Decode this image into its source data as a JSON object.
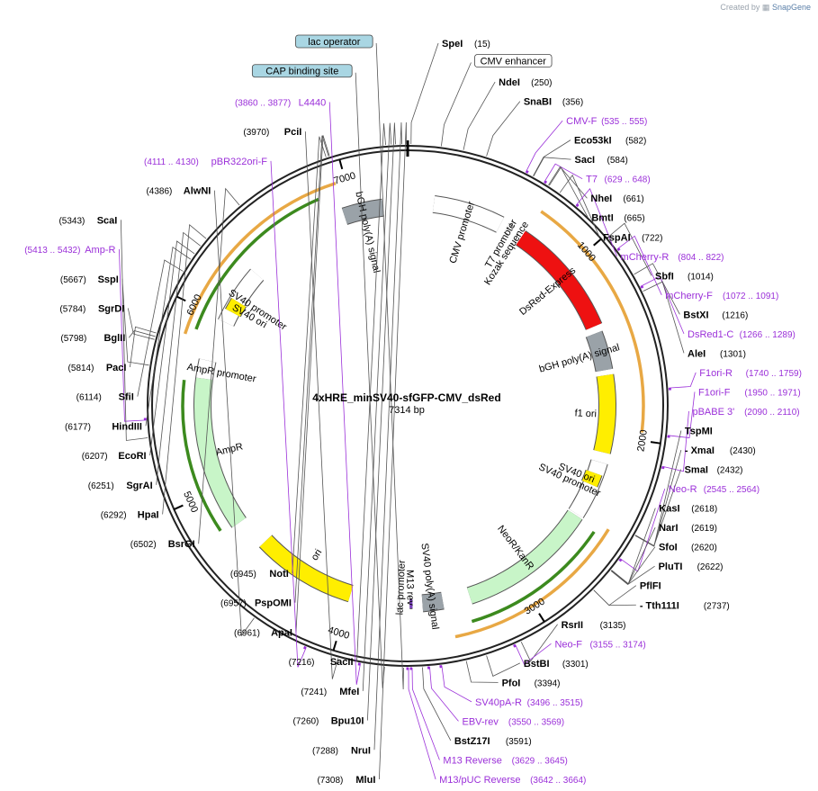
{
  "header": {
    "credit_prefix": "Created by",
    "credit_brand": "SnapGene"
  },
  "plasmid": {
    "name": "4xHRE_minSV40-sfGFP-CMV_dsRed",
    "length_label": "7314 bp",
    "length": 7314
  },
  "ticks": [
    "1000",
    "2000",
    "3000",
    "4000",
    "5000",
    "6000",
    "7000"
  ],
  "enzymes": [
    {
      "name": "MluI",
      "pos": "(7308)",
      "site": 7308
    },
    {
      "name": "NruI",
      "pos": "(7288)",
      "site": 7288
    },
    {
      "name": "Bpu10I",
      "pos": "(7260)",
      "site": 7260
    },
    {
      "name": "MfeI",
      "pos": "(7241)",
      "site": 7241
    },
    {
      "name": "SacII",
      "pos": "(7216)",
      "site": 7216
    },
    {
      "name": "ApaI",
      "pos": "(6961)",
      "site": 6961
    },
    {
      "name": "PspOMI",
      "pos": "(6957)",
      "site": 6957
    },
    {
      "name": "NotI",
      "pos": "(6945)",
      "site": 6945
    },
    {
      "name": "BsrGI",
      "pos": "(6502)",
      "site": 6502
    },
    {
      "name": "HpaI",
      "pos": "(6292)",
      "site": 6292
    },
    {
      "name": "SgrAI",
      "pos": "(6251)",
      "site": 6251
    },
    {
      "name": "EcoRI",
      "pos": "(6207)",
      "site": 6207
    },
    {
      "name": "HindIII",
      "pos": "(6177)",
      "site": 6177
    },
    {
      "name": "SfiI",
      "pos": "(6114)",
      "site": 6114
    },
    {
      "name": "PacI",
      "pos": "(5814)",
      "site": 5814
    },
    {
      "name": "BglII",
      "pos": "(5798)",
      "site": 5798
    },
    {
      "name": "SgrDI",
      "pos": "(5784)",
      "site": 5784
    },
    {
      "name": "SspI",
      "pos": "(5667)",
      "site": 5667
    },
    {
      "name": "ScaI",
      "pos": "(5343)",
      "site": 5343
    },
    {
      "name": "AlwNI",
      "pos": "(4386)",
      "site": 4386
    },
    {
      "name": "PciI",
      "pos": "(3970)",
      "site": 3970
    },
    {
      "name": "SpeI",
      "pos": "(15)",
      "site": 15
    },
    {
      "name": "NdeI",
      "pos": "(250)",
      "site": 250
    },
    {
      "name": "SnaBI",
      "pos": "(356)",
      "site": 356
    },
    {
      "name": "Eco53kI",
      "pos": "(582)",
      "site": 582
    },
    {
      "name": "SacI",
      "pos": "(584)",
      "site": 584
    },
    {
      "name": "NheI",
      "pos": "(661)",
      "site": 661
    },
    {
      "name": "BmtI",
      "pos": "(665)",
      "site": 665
    },
    {
      "name": "FspAI",
      "pos": "(722)",
      "site": 722
    },
    {
      "name": "SbfI",
      "pos": "(1014)",
      "site": 1014
    },
    {
      "name": "BstXI",
      "pos": "(1216)",
      "site": 1216
    },
    {
      "name": "AleI",
      "pos": "(1301)",
      "site": 1301
    },
    {
      "name": "TspMI",
      "pos": "",
      "site": 2430
    },
    {
      "name": "- XmaI",
      "pos": "(2430)",
      "site": 2430
    },
    {
      "name": "SmaI",
      "pos": "(2432)",
      "site": 2432
    },
    {
      "name": "KasI",
      "pos": "(2618)",
      "site": 2618
    },
    {
      "name": "NarI",
      "pos": "(2619)",
      "site": 2619
    },
    {
      "name": "SfoI",
      "pos": "(2620)",
      "site": 2620
    },
    {
      "name": "PluTI",
      "pos": "(2622)",
      "site": 2622
    },
    {
      "name": "PflFI",
      "pos": "",
      "site": 2737
    },
    {
      "name": "- Tth111I",
      "pos": "(2737)",
      "site": 2737
    },
    {
      "name": "RsrII",
      "pos": "(3135)",
      "site": 3135
    },
    {
      "name": "BstBI",
      "pos": "(3301)",
      "site": 3301
    },
    {
      "name": "PfoI",
      "pos": "(3394)",
      "site": 3394
    },
    {
      "name": "BstZ17I",
      "pos": "(3591)",
      "site": 3591
    }
  ],
  "primers": [
    {
      "name": "CMV-F",
      "pos": "(535 .. 555)",
      "site": 545
    },
    {
      "name": "T7",
      "pos": "(629 .. 648)",
      "site": 638
    },
    {
      "name": "mCherry-R",
      "pos": "(804 .. 822)",
      "site": 813
    },
    {
      "name": "mCherry-F",
      "pos": "(1072 .. 1091)",
      "site": 1081
    },
    {
      "name": "DsRed1-C",
      "pos": "(1266 .. 1289)",
      "site": 1277
    },
    {
      "name": "F1ori-R",
      "pos": "(1740 .. 1759)",
      "site": 1749
    },
    {
      "name": "F1ori-F",
      "pos": "(1950 .. 1971)",
      "site": 1960
    },
    {
      "name": "pBABE 3'",
      "pos": "(2090 .. 2110)",
      "site": 2100
    },
    {
      "name": "Neo-R",
      "pos": "(2545 .. 2564)",
      "site": 2554
    },
    {
      "name": "Neo-F",
      "pos": "(3155 .. 3174)",
      "site": 3164
    },
    {
      "name": "SV40pA-R",
      "pos": "(3496 .. 3515)",
      "site": 3505
    },
    {
      "name": "EBV-rev",
      "pos": "(3550 .. 3569)",
      "site": 3559
    },
    {
      "name": "M13 Reverse",
      "pos": "(3629 .. 3645)",
      "site": 3637
    },
    {
      "name": "M13/pUC Reverse",
      "pos": "(3642 .. 3664)",
      "site": 3653
    },
    {
      "name": "L4440",
      "pos": "(3860 .. 3877)",
      "site": 3868
    },
    {
      "name": "pBR322ori-F",
      "pos": "(4111 .. 4130)",
      "site": 4120
    },
    {
      "name": "Amp-R",
      "pos": "(5413 .. 5432)",
      "site": 5422
    }
  ],
  "boxed_labels": [
    {
      "name": "CMV enhancer",
      "site": 150
    },
    {
      "name": "CAP binding site",
      "site": 3760
    },
    {
      "name": "lac operator",
      "site": 3675
    }
  ],
  "features": [
    {
      "name": "bGH poly(A) signal",
      "start": 6940,
      "end": 7170,
      "color": "#9aa2a8"
    },
    {
      "name": "CMV promoter",
      "start": 150,
      "end": 550,
      "color": "#ffffff"
    },
    {
      "name": "T7 promoter",
      "start": 590,
      "end": 620,
      "color": "#ffffff"
    },
    {
      "name": "Kozak sequence",
      "start": 660,
      "end": 670,
      "color": "#ffffff"
    },
    {
      "name": "DsRed-Express",
      "start": 690,
      "end": 1360,
      "color": "#ee1111"
    },
    {
      "name": "bGH poly(A) signal",
      "start": 1400,
      "end": 1620,
      "color": "#9aa2a8"
    },
    {
      "name": "f1 ori",
      "start": 1650,
      "end": 2100,
      "color": "#ffee00"
    },
    {
      "name": "SV40 promoter",
      "start": 2160,
      "end": 2490,
      "color": "#ffffff"
    },
    {
      "name": "SV40 ori",
      "start": 2230,
      "end": 2300,
      "color": "#ffee00"
    },
    {
      "name": "NeoR/KanR",
      "start": 2500,
      "end": 3290,
      "color": "#c8f5c8"
    },
    {
      "name": "SV40 poly(A) signal",
      "start": 3450,
      "end": 3570,
      "color": "#9aa2a8"
    },
    {
      "name": "M13 rev",
      "start": 3629,
      "end": 3645,
      "color": "#7a3fbf"
    },
    {
      "name": "lac promoter",
      "start": 3690,
      "end": 3720,
      "color": "#ffffff"
    },
    {
      "name": "ori",
      "start": 4000,
      "end": 4600,
      "color": "#ffee00"
    },
    {
      "name": "AmpR",
      "start": 4780,
      "end": 5640,
      "color": "#c8f5c8"
    },
    {
      "name": "AmpR promoter",
      "start": 5640,
      "end": 5745,
      "color": "#ffffff"
    },
    {
      "name": "SV40 promoter",
      "start": 5985,
      "end": 6320,
      "color": "#ffffff"
    },
    {
      "name": "SV40 ori",
      "start": 6055,
      "end": 6125,
      "color": "#ffee00"
    }
  ],
  "orfs": [
    {
      "start": 5850,
      "end": 6950,
      "color": "#e8a844"
    },
    {
      "start": 5890,
      "end": 6840,
      "color": "#3c8a1e"
    },
    {
      "start": 700,
      "end": 1960,
      "color": "#e8a844"
    },
    {
      "start": 2470,
      "end": 3420,
      "color": "#e8a844"
    },
    {
      "start": 2520,
      "end": 3320,
      "color": "#3c8a1e"
    },
    {
      "start": 4800,
      "end": 5620,
      "color": "#3c8a1e"
    }
  ]
}
